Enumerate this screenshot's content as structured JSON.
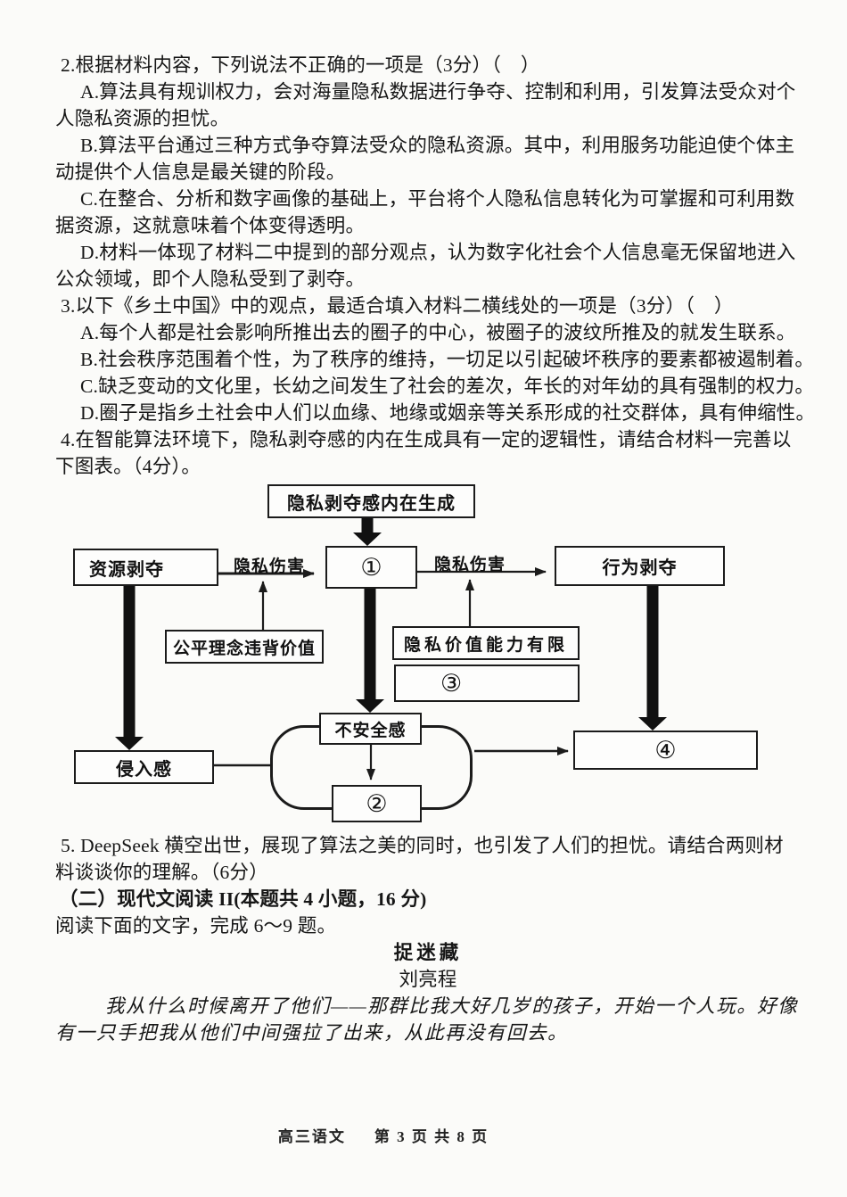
{
  "page": {
    "background": "#fbfbf9",
    "ink": "#161616"
  },
  "lines_top": [
    {
      "style": "q",
      "text": "2.根据材料内容，下列说法不正确的一项是（3分）（　）"
    },
    {
      "style": "opt",
      "text": "A.算法具有规训权力，会对海量隐私数据进行争夺、控制和利用，引发算法受众对个"
    },
    {
      "style": "cont",
      "text": "人隐私资源的担忧。"
    },
    {
      "style": "opt",
      "text": "B.算法平台通过三种方式争夺算法受众的隐私资源。其中，利用服务功能迫使个体主"
    },
    {
      "style": "cont",
      "text": "动提供个人信息是最关键的阶段。"
    },
    {
      "style": "opt",
      "text": "C.在整合、分析和数字画像的基础上，平台将个人隐私信息转化为可掌握和可利用数"
    },
    {
      "style": "cont",
      "text": "据资源，这就意味着个体变得透明。"
    },
    {
      "style": "opt",
      "text": "D.材料一体现了材料二中提到的部分观点，认为数字化社会个人信息毫无保留地进入"
    },
    {
      "style": "cont",
      "text": "公众领域，即个人隐私受到了剥夺。"
    },
    {
      "style": "q",
      "text": "3.以下《乡土中国》中的观点，最适合填入材料二横线处的一项是（3分）（　）"
    },
    {
      "style": "opt",
      "text": "A.每个人都是社会影响所推出去的圈子的中心，被圈子的波纹所推及的就发生联系。"
    },
    {
      "style": "opt",
      "text": "B.社会秩序范围着个性，为了秩序的维持，一切足以引起破坏秩序的要素都被遏制着。"
    },
    {
      "style": "opt",
      "text": "C.缺乏变动的文化里，长幼之间发生了社会的差次，年长的对年幼的具有强制的权力。"
    },
    {
      "style": "opt",
      "text": "D.圈子是指乡土社会中人们以血缘、地缘或姻亲等关系形成的社交群体，具有伸缩性。"
    },
    {
      "style": "q",
      "text": "4.在智能算法环境下，隐私剥夺感的内在生成具有一定的逻辑性，请结合材料一完善以"
    },
    {
      "style": "cont",
      "text": "下图表。（4分）。"
    }
  ],
  "lines_bottom": [
    {
      "style": "q",
      "text": "5. DeepSeek 横空出世，展现了算法之美的同时，也引发了人们的担忧。请结合两则材"
    },
    {
      "style": "cont",
      "text": "料谈谈你的理解。（6分）"
    },
    {
      "style": "heading",
      "text": "（二）现代文阅读 II(本题共 4 小题，16 分)"
    },
    {
      "style": "cont",
      "text": "阅读下面的文字，完成 6～9 题。"
    },
    {
      "style": "title",
      "text": "捉迷藏"
    },
    {
      "style": "center",
      "text": "刘亮程"
    },
    {
      "style": "kai-first",
      "text": "我从什么时候离开了他们——那群比我大好几岁的孩子，开始一个人玩。好像"
    },
    {
      "style": "kai",
      "text": "有一只手把我从他们中间强拉了出来，从此再没有回去。"
    }
  ],
  "diagram": {
    "boxes": {
      "origin": "隐私剥夺感内在生成",
      "one": "①",
      "resource": "资源剥夺",
      "behavior": "行为剥夺",
      "fairness": "公平理念违背价值",
      "privacy_value": "隐私价值能力有限",
      "three": "③",
      "insecurity": "不安全感",
      "two": "②",
      "intrusion": "侵入感",
      "four": "④"
    },
    "labels": {
      "harm_left": "隐私伤害",
      "harm_right": "隐私伤害"
    }
  },
  "footer": {
    "course": "高三语文",
    "page_info": "第 3 页 共 8 页"
  }
}
